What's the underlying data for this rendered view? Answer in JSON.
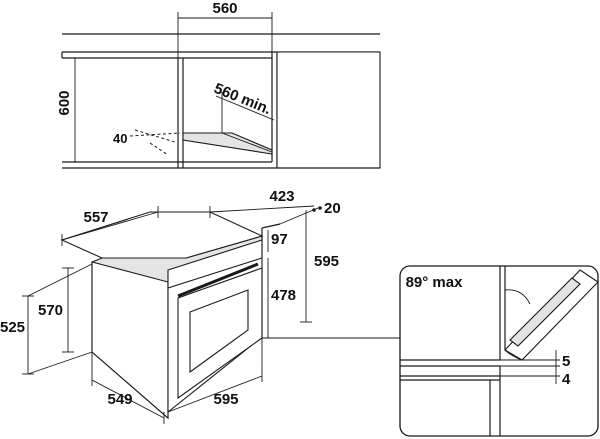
{
  "cabinet": {
    "width": "560",
    "height": "600",
    "depth_min": "560 min.",
    "vent_angle": "40"
  },
  "oven": {
    "side_depth": "557",
    "top_depth": "423",
    "front_offset": "20",
    "control_panel": "97",
    "total_height": "595",
    "door_height": "478",
    "body_height": "570",
    "side_height": "525",
    "body_depth": "549",
    "front_width": "595"
  },
  "door_detail": {
    "angle": "89° max",
    "gap_top": "5",
    "gap_bottom": "4"
  },
  "colors": {
    "line": "#1a1a1a",
    "fill": "#e4e4e4"
  }
}
